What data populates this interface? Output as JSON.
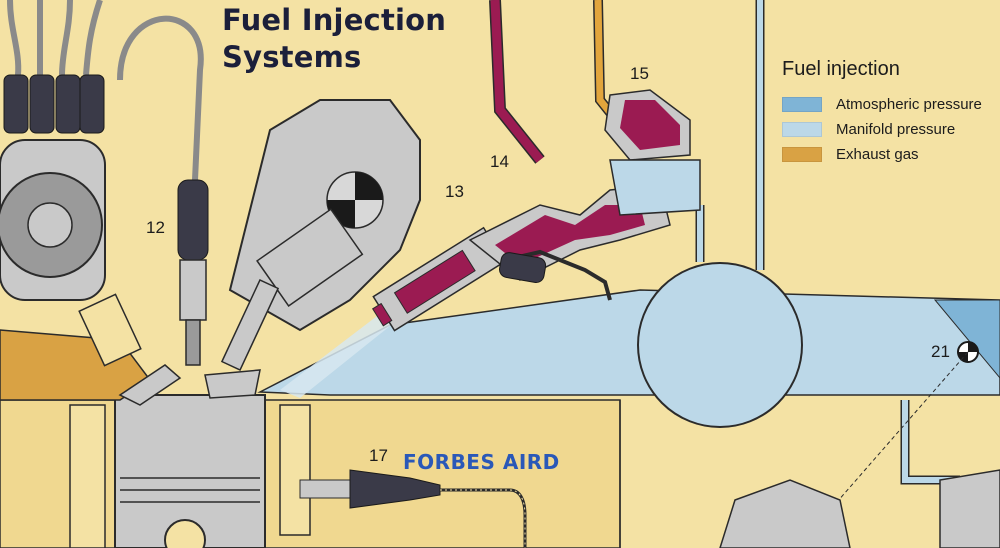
{
  "title": {
    "line1": "Fuel Injection",
    "line2": "Systems"
  },
  "legend": {
    "title": "Fuel injection",
    "items": [
      {
        "label": "Atmospheric pressure",
        "color": "#7fb4d6"
      },
      {
        "label": "Manifold pressure",
        "color": "#bcd8e8"
      },
      {
        "label": "Exhaust gas",
        "color": "#d9a244"
      }
    ]
  },
  "callouts": {
    "n12": "12",
    "n13": "13",
    "n14": "14",
    "n15": "15",
    "n17": "17",
    "n21": "21"
  },
  "credit": {
    "text": "FORBES AIRD",
    "color": "#2a58b8"
  },
  "colors": {
    "background": "#f4e2a4",
    "engine_grey": "#c9c9c9",
    "outline": "#2b2b2b",
    "fuel_line": "#9b1b52",
    "return_line": "#e2a53c",
    "manifold_air": "#bcd8e8",
    "atmospheric_air": "#7fb4d6"
  }
}
